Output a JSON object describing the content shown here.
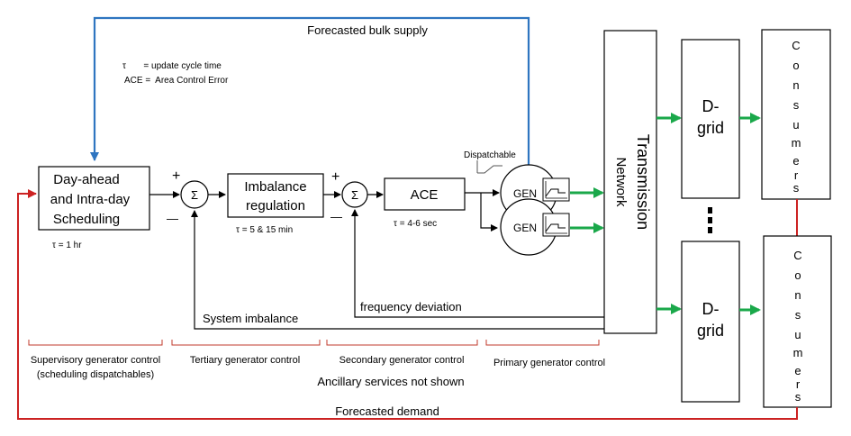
{
  "labels": {
    "forecasted_bulk_supply": "Forecasted bulk supply",
    "forecasted_demand": "Forecasted demand",
    "tau_def": "τ       = update cycle time",
    "ace_def": "ACE =  Area Control Error",
    "dispatchable": "Dispatchable",
    "system_imbalance": "System imbalance",
    "frequency_deviation": "frequency deviation",
    "ancillary_note": "Ancillary services not shown",
    "plus": "+",
    "minus": "—",
    "sigma": "Σ",
    "ellipsis": "⋮"
  },
  "blocks": {
    "scheduling": {
      "lines": [
        "Day-ahead",
        "and Intra-day",
        "Scheduling"
      ],
      "tau": "τ = 1 hr"
    },
    "imbalance": {
      "lines": [
        "Imbalance",
        "regulation"
      ],
      "tau": "τ = 5 & 15 min"
    },
    "ace": {
      "label": "ACE",
      "tau": "τ = 4-6 sec"
    },
    "gen1": {
      "label": "GEN"
    },
    "gen2": {
      "label": "GEN"
    },
    "transmission": {
      "line1": "Transmission",
      "line2": "Network"
    },
    "dgrid_top": {
      "line1": "D-",
      "line2": "grid"
    },
    "dgrid_bottom": {
      "line1": "D-",
      "line2": "grid"
    },
    "consumers_top": {
      "letters": [
        "C",
        "o",
        "n",
        "s",
        "u",
        "m",
        "e",
        "r",
        "s"
      ]
    },
    "consumers_bottom": {
      "letters": [
        "C",
        "o",
        "n",
        "s",
        "u",
        "m",
        "e",
        "r",
        "s"
      ]
    }
  },
  "control_levels": [
    {
      "lines": [
        "Supervisory generator control",
        "(scheduling dispatchables)"
      ]
    },
    {
      "lines": [
        "Tertiary generator control"
      ]
    },
    {
      "lines": [
        "Secondary generator control"
      ]
    },
    {
      "lines": [
        "Primary generator control"
      ]
    }
  ],
  "colors": {
    "blue_feedback": "#2E75C0",
    "red_feedback": "#CC2222",
    "green_flow": "#1AA84A",
    "black": "#000000",
    "red_bracket": "#C0392B"
  }
}
